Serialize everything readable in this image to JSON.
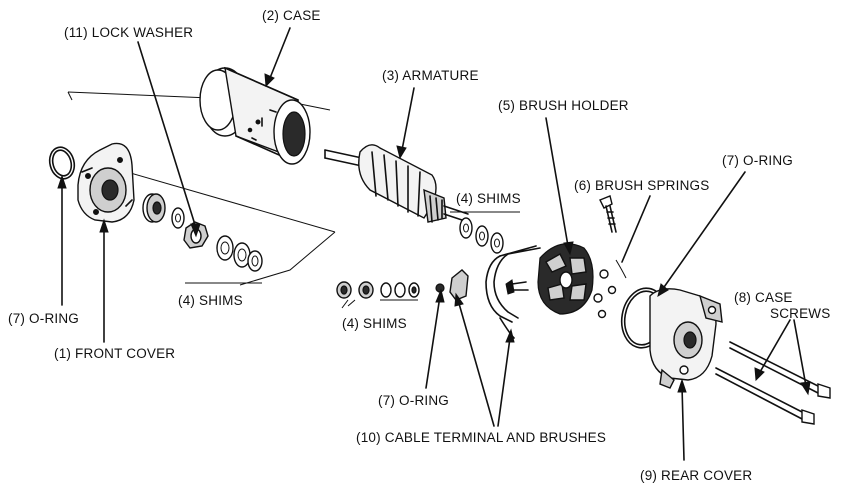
{
  "labels": {
    "case": "(2) CASE",
    "lock_washer": "(11) LOCK WASHER",
    "armature": "(3) ARMATURE",
    "brush_holder": "(5) BRUSH HOLDER",
    "o_ring_top_right": "(7) O-RING",
    "brush_springs": "(6) BRUSH SPRINGS",
    "shims_upper": "(4) SHIMS",
    "case_screws_line1": "(8) CASE",
    "case_screws_line2": "SCREWS",
    "o_ring_left": "(7) O-RING",
    "front_cover": "(1) FRONT COVER",
    "shims_lower_left": "(4) SHIMS",
    "shims_lower_mid": "(4) SHIMS",
    "o_ring_bottom": "(7) O-RING",
    "cable_terminal": "(10) CABLE TERMINAL AND BRUSHES",
    "rear_cover": "(9) REAR COVER"
  }
}
